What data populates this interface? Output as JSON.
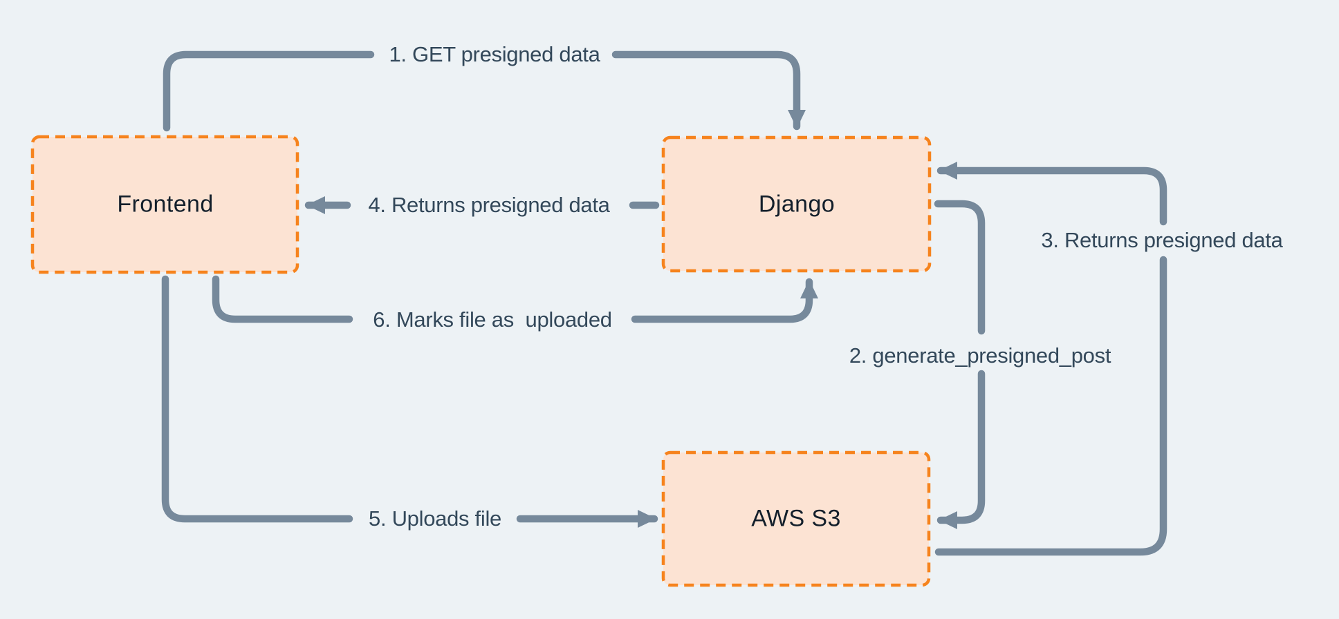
{
  "diagram": {
    "nodes": [
      {
        "id": "frontend",
        "label": "Frontend"
      },
      {
        "id": "django",
        "label": "Django"
      },
      {
        "id": "aws_s3",
        "label": "AWS S3"
      }
    ],
    "edges": [
      {
        "id": "edge-1",
        "label": "1. GET presigned data",
        "from": "frontend",
        "to": "django"
      },
      {
        "id": "edge-2",
        "label": "2. generate_presigned_post",
        "from": "django",
        "to": "aws_s3"
      },
      {
        "id": "edge-3",
        "label": "3. Returns presigned data",
        "from": "aws_s3",
        "to": "django"
      },
      {
        "id": "edge-4",
        "label": "4. Returns presigned data",
        "from": "django",
        "to": "frontend"
      },
      {
        "id": "edge-5",
        "label": "5. Uploads file",
        "from": "frontend",
        "to": "aws_s3"
      },
      {
        "id": "edge-6",
        "label": "6. Marks file as  uploaded",
        "from": "frontend",
        "to": "django"
      }
    ],
    "colors": {
      "background": "#edf2f5",
      "node_fill": "#fce3d3",
      "node_border": "#f6831d",
      "arrow": "#76899b",
      "edge_label_text": "#33485a",
      "node_label_text": "#131f2b"
    }
  }
}
